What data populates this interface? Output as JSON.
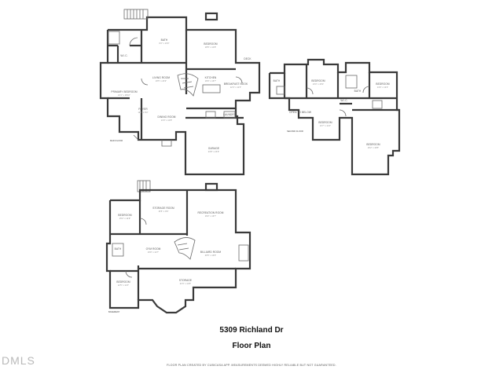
{
  "document": {
    "address": "5309 Richland Dr",
    "subtitle": "Floor Plan",
    "footer": "FLOOR PLAN CREATED BY CUBICASA APP. MEASUREMENTS DEEMED HIGHLY RELIABLE BUT NOT GUARANTEED.",
    "watermark": "DMLS"
  },
  "floors": {
    "main": {
      "label": "MAIN FLOOR",
      "rooms": [
        {
          "name": "BATH",
          "dims": "8'2\" x 13'9\""
        },
        {
          "name": "BEDROOM",
          "dims": "18'5\" x 14'8\""
        },
        {
          "name": "LIVING ROOM",
          "dims": "19'5\" x 20'2\""
        },
        {
          "name": "PRIMARY BEDROOM",
          "dims": "21'1\" x 18'10\""
        },
        {
          "name": "KITCHEN",
          "dims": "18'0\" x 16'7\""
        },
        {
          "name": "BREAKFAST NOOK",
          "dims": "12'4\" x 11'3\""
        },
        {
          "name": "FOYER",
          "dims": "12'6\" x 8'4\""
        },
        {
          "name": "DINING ROOM",
          "dims": "14'3\" x 14'8\""
        },
        {
          "name": "GARAGE",
          "dims": "23'8\" x 23'9\""
        },
        {
          "name": "W.I.C.",
          "dims": ""
        },
        {
          "name": "DECK",
          "dims": ""
        },
        {
          "name": "LAUNDRY",
          "dims": ""
        }
      ]
    },
    "second": {
      "label": "SECOND FLOOR",
      "rooms": [
        {
          "name": "BEDROOM",
          "dims": "13'0\" x 15'4\""
        },
        {
          "name": "BEDROOM",
          "dims": "14'0\" x 12'2\""
        },
        {
          "name": "BEDROOM",
          "dims": "13'7\" x 11'4\""
        },
        {
          "name": "BEDROOM",
          "dims": "16'2\" x 18'5\""
        },
        {
          "name": "BATH",
          "dims": ""
        },
        {
          "name": "BATH",
          "dims": ""
        },
        {
          "name": "OPEN TO BELOW",
          "dims": ""
        },
        {
          "name": "W.I.C.",
          "dims": ""
        }
      ]
    },
    "basement": {
      "label": "BASEMENT",
      "rooms": [
        {
          "name": "BEDROOM",
          "dims": "15'2\" x 12'9\""
        },
        {
          "name": "STORAGE ROOM",
          "dims": "15'5\" x 9'6\""
        },
        {
          "name": "RECREATION ROOM",
          "dims": "19'2\" x 19'7\""
        },
        {
          "name": "GYM ROOM",
          "dims": "16'8\" x 12'7\""
        },
        {
          "name": "BILLIARD ROOM",
          "dims": "20'5\" x 19'9\""
        },
        {
          "name": "BEDROOM",
          "dims": "12'5\" x 11'3\""
        },
        {
          "name": "STORAGE",
          "dims": "21'5\" x 14'8\""
        },
        {
          "name": "BATH",
          "dims": ""
        }
      ]
    }
  }
}
